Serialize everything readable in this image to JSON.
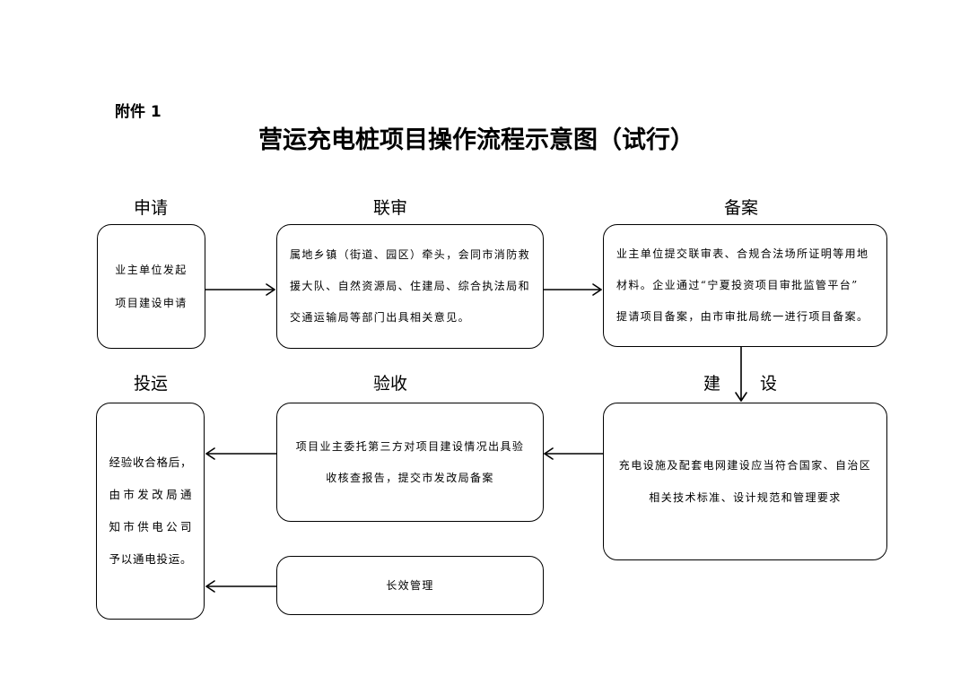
{
  "attachment_label": "附件 1",
  "title": "营运充电桩项目操作流程示意图（试行）",
  "stages": {
    "apply": {
      "label": "申请",
      "lines": [
        "业主单位发起",
        "项目建设申请"
      ]
    },
    "joint_review": {
      "label": "联审",
      "lines": [
        "属地乡镇（街道、园区）牵头，会同市消防救",
        "援大队、自然资源局、住建局、综合执法局和",
        "交通运输局等部门出具相关意见。"
      ]
    },
    "filing": {
      "label": "备案",
      "lines": [
        "业主单位提交联审表、合规合法场所证明等用地",
        "材料。企业通过“宁夏投资项目审批监管平台”",
        "提请项目备案，由市审批局统一进行项目备案。"
      ]
    },
    "construction": {
      "label": "建设",
      "lines": [
        "充电设施及配套电网建设应当符合国家、自治区",
        "相关技术标准、设计规范和管理要求"
      ]
    },
    "acceptance": {
      "label": "验收",
      "lines": [
        "项目业主委托第三方对项目建设情况出具验",
        "收核查报告，提交市发改局备案"
      ]
    },
    "operation": {
      "label": "投运",
      "lines": [
        "经验收合格后，",
        "由市发改局通",
        "知市供电公司",
        "予以通电投运。"
      ]
    },
    "long_term": {
      "lines": [
        "长效管理"
      ]
    }
  }
}
